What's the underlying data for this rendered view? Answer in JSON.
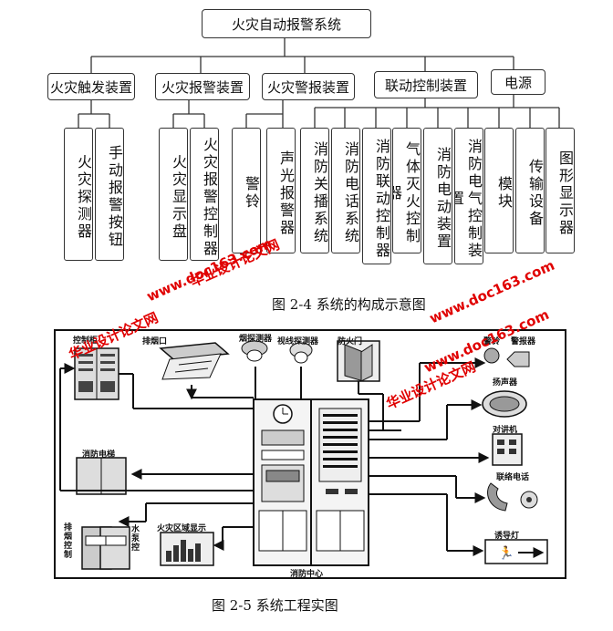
{
  "fig1": {
    "root": "火灾自动报警系统",
    "groups": [
      {
        "label": "火灾触发装置",
        "children": [
          "火灾探测器",
          "手动报警按钮"
        ]
      },
      {
        "label": "火灾报警装置",
        "children": [
          "火灾显示盘",
          "火灾报警控制器"
        ]
      },
      {
        "label": "火灾警报装置",
        "children": [
          "警铃",
          "声光报警器"
        ]
      },
      {
        "label": "联动控制装置",
        "children": [
          "消防关播系统",
          "消防电话系统",
          "消防联动控制器",
          "气体灭火控制器",
          "消防电动装置",
          "消防电气控制装置"
        ]
      },
      {
        "label": "电源",
        "children": [
          "模块",
          "传输设备",
          "图形显示器"
        ]
      }
    ],
    "caption": "图 2-4  系统的构成示意图"
  },
  "fig2": {
    "labels": {
      "control_cabinet": "控制柜",
      "smoke_vent": "排烟口",
      "smoke_detector": "烟探测器",
      "photo_detector": "视线探测器",
      "fire_door": "防火门",
      "bell": "警铃",
      "alarm": "警报器",
      "speaker": "扬声器",
      "intercom": "对讲机",
      "phone": "联络电话",
      "elevator": "消防电梯",
      "fan": "排烟控制",
      "pump": "水泵控",
      "zone_display": "火灾区域显示",
      "center": "消防中心",
      "exit_light": "诱导灯"
    },
    "caption": "图 2-5  系统工程实图"
  },
  "watermarks": [
    {
      "text": "华业设计论文网"
    },
    {
      "text": "www.doc163.com"
    },
    {
      "text": "华业设计论文网"
    },
    {
      "text": "www.doc163.com"
    },
    {
      "text": "华业设计论文网"
    },
    {
      "text": "www.doc163.com"
    }
  ]
}
